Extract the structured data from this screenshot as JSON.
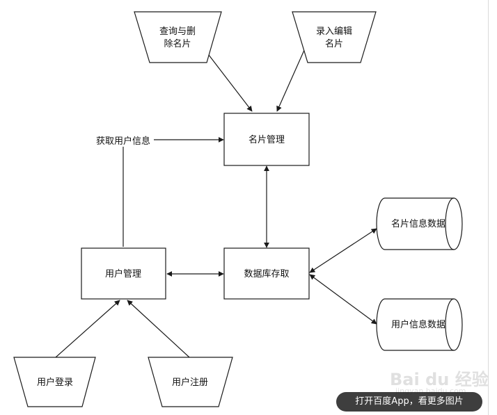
{
  "diagram": {
    "trapezoids": {
      "query_delete": [
        "查询与删",
        "除名片"
      ],
      "entry_edit": [
        "录入编辑",
        "名片"
      ],
      "user_login": "用户登录",
      "user_register": "用户注册"
    },
    "boxes": {
      "card_mgmt": "名片管理",
      "user_mgmt": "用户管理",
      "db_access": "数据库存取"
    },
    "cylinders": {
      "card_data": "名片信息数据",
      "user_data": "用户信息数据"
    },
    "edge_labels": {
      "get_user_info": "获取用户信息"
    }
  },
  "watermark": {
    "logo": "Bai du 经验",
    "url": "jingyan.baidu.com"
  },
  "app_banner": "打开百度App，看更多图片",
  "colors": {
    "stroke": "#1a1a1a",
    "background": "#ffffff",
    "banner": "#1e1e1e"
  }
}
